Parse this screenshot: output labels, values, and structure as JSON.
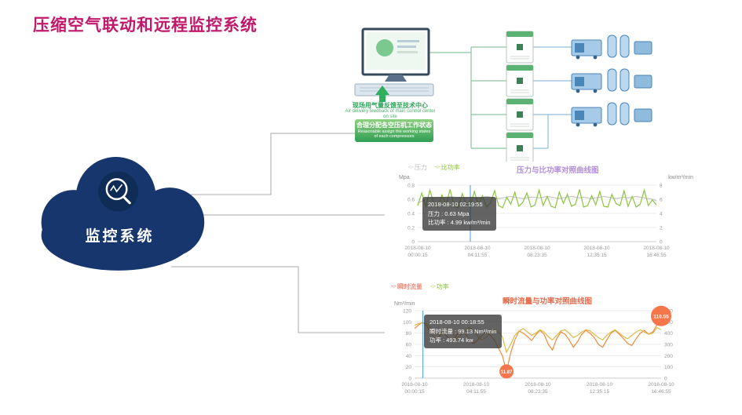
{
  "title": "压缩空气联动和远程监控系统",
  "title_color": "#c2186b",
  "cloud": {
    "label": "监控系统",
    "color": "#17366d",
    "icon": "magnifier-trend-icon"
  },
  "diagram": {
    "feedback_note_cn": "现场用气量反馈至技术中心",
    "feedback_note_en": "Air delivery feedback of main control center on site",
    "assign_box_cn": "合理分配各空压机工作状态",
    "assign_box_en": "Reasonable assign the working states of each compressors"
  },
  "chart_data": [
    {
      "type": "line",
      "title": "压力与比功率对照曲线图",
      "title_color": "#b48cdb",
      "legend": [
        {
          "label": "压力",
          "color": "#bdbdbd"
        },
        {
          "label": "比功率",
          "color": "#8fc341"
        }
      ],
      "y_left": {
        "label": "Mpa",
        "max": 0.8,
        "ticks": [
          0,
          0.2,
          0.4,
          0.6,
          0.8
        ]
      },
      "y_right": {
        "label": "kw/m³/min",
        "max": 8,
        "ticks": [
          0,
          2,
          4,
          6,
          8
        ]
      },
      "x_labels": [
        [
          "2018-08-10",
          "00:00:15"
        ],
        [
          "2018-08-10",
          "04:11:55"
        ],
        [
          "2018-08-10",
          "08:23:35"
        ],
        [
          "2018-08-10",
          "12:35:15"
        ],
        [
          "2018-08-10",
          "16:46:55"
        ]
      ],
      "series": [
        {
          "name": "压力",
          "axis": "left",
          "color": "#c6c6c6",
          "values": [
            0.55,
            0.57,
            0.6,
            0.62,
            0.62,
            0.63,
            0.62,
            0.63,
            0.64,
            0.63,
            0.62,
            0.63,
            0.62,
            0.63,
            0.62,
            0.61,
            0.63,
            0.64,
            0.63,
            0.62,
            0.61,
            0.62,
            0.63,
            0.64,
            0.63,
            0.62,
            0.61,
            0.62,
            0.63,
            0.63,
            0.62,
            0.63,
            0.64,
            0.63,
            0.62,
            0.61,
            0.62,
            0.63,
            0.64,
            0.63,
            0.62,
            0.63,
            0.62,
            0.61,
            0.62,
            0.63,
            0.64,
            0.63,
            0.62,
            0.61,
            0.62,
            0.63,
            0.62,
            0.63,
            0.64,
            0.63,
            0.62,
            0.61,
            0.6,
            0.58
          ]
        },
        {
          "name": "比功率",
          "axis": "right",
          "color": "#8fc341",
          "values": [
            5.1,
            6.9,
            5.0,
            7.3,
            5.4,
            4.9,
            6.6,
            5.2,
            7.4,
            5.0,
            4.8,
            6.8,
            5.3,
            4.99,
            7.1,
            5.2,
            6.5,
            4.9,
            5.5,
            7.2,
            5.1,
            4.8,
            6.3,
            5.3,
            7.0,
            5.0,
            5.6,
            6.9,
            4.9,
            5.2,
            7.3,
            5.1,
            6.4,
            5.0,
            4.8,
            7.0,
            5.4,
            6.7,
            5.0,
            5.3,
            7.4,
            4.9,
            5.1,
            6.5,
            5.2,
            7.1,
            5.0,
            4.9,
            6.7,
            5.4,
            5.1,
            7.2,
            5.0,
            6.4,
            4.9,
            5.3,
            7.3,
            5.1,
            5.9,
            5.2
          ]
        }
      ],
      "hover_index": 13,
      "tooltip": {
        "line1": "2018-08-10 02:19:55",
        "line2": "压力 : 0.63 Mpa",
        "line3": "比功率 : 4.99 kw/m³/min"
      },
      "markers": [],
      "marker_color": "#f5764a"
    },
    {
      "type": "line",
      "title": "瞬时流量与功率对照曲线图",
      "title_color": "#e56a4a",
      "legend": [
        {
          "label": "瞬时流量",
          "color": "#e9573f"
        },
        {
          "label": "功率",
          "color": "#8fc341"
        }
      ],
      "y_left": {
        "label": "Nm³/min",
        "max": 120,
        "ticks": [
          0,
          20,
          40,
          60,
          80,
          100,
          120
        ]
      },
      "y_right": {
        "label": "",
        "max": 600,
        "ticks": [
          0,
          100,
          200,
          300,
          400,
          500,
          600
        ]
      },
      "x_labels": [
        [
          "2018-08-10",
          "00:00:15"
        ],
        [
          "2018-08-10",
          "04:11:55"
        ],
        [
          "2018-08-10",
          "08:23:35"
        ],
        [
          "2018-08-10",
          "12:35:15"
        ],
        [
          "2018-08-10",
          "16:46:55"
        ]
      ],
      "series": [
        {
          "name": "瞬时流量",
          "axis": "left",
          "color": "#f08c3a",
          "values": [
            88,
            95,
            99.13,
            92,
            78,
            70,
            75,
            81,
            72,
            66,
            76,
            84,
            80,
            70,
            61,
            67,
            75,
            82,
            77,
            69,
            55,
            40,
            11.87,
            45,
            68,
            84,
            80,
            74,
            67,
            77,
            85,
            78,
            60,
            50,
            70,
            82,
            78,
            68,
            55,
            65,
            78,
            85,
            80,
            72,
            60,
            55,
            68,
            80,
            85,
            78,
            70,
            62,
            58,
            70,
            80,
            85,
            78,
            82,
            95,
            110.55
          ]
        },
        {
          "name": "功率",
          "axis": "right",
          "color": "#ddba45",
          "values": [
            470,
            485,
            493.74,
            480,
            440,
            400,
            380,
            420,
            440,
            405,
            350,
            380,
            420,
            450,
            430,
            380,
            340,
            360,
            400,
            430,
            410,
            370,
            230,
            300,
            380,
            420,
            440,
            410,
            380,
            400,
            430,
            410,
            370,
            340,
            380,
            420,
            430,
            400,
            360,
            380,
            410,
            430,
            420,
            390,
            360,
            340,
            380,
            410,
            430,
            400,
            370,
            350,
            380,
            410,
            430,
            410,
            390,
            400,
            450,
            430
          ]
        }
      ],
      "hover_index": 2,
      "tooltip": {
        "line1": "2018-08-10 00:18:55",
        "line2": "瞬时流量 : 99.13 Nm³/min",
        "line3": "功率 : 493.74 kw"
      },
      "markers": [
        {
          "series": 0,
          "index": 22,
          "label": "11.87",
          "big": false
        },
        {
          "series": 0,
          "index": 59,
          "label": "110.55",
          "big": true
        }
      ],
      "marker_color": "#f5764a"
    }
  ]
}
